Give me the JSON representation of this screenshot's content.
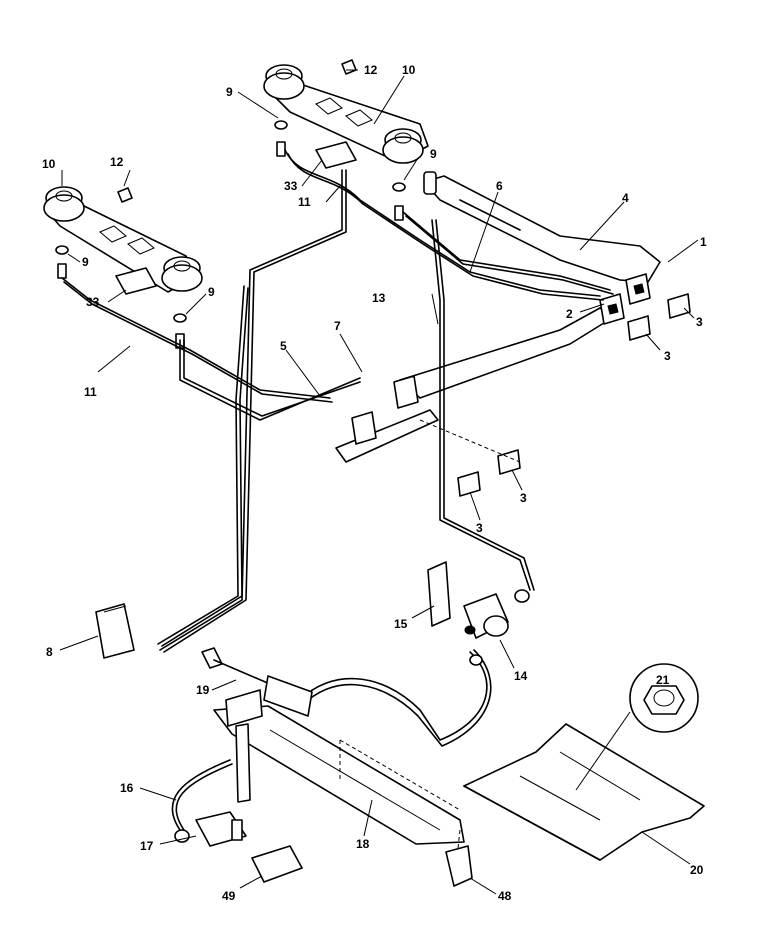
{
  "diagram": {
    "callouts": {
      "p1": "1",
      "p2": "2",
      "p3a": "3",
      "p3b": "3",
      "p3c": "3",
      "p3d": "3",
      "p4": "4",
      "p5": "5",
      "p6": "6",
      "p7": "7",
      "p8": "8",
      "p9a": "9",
      "p9b": "9",
      "p9c": "9",
      "p9d": "9",
      "p10a": "10",
      "p10b": "10",
      "p11a": "11",
      "p11b": "11",
      "p12a": "12",
      "p12b": "12",
      "p13": "13",
      "p14": "14",
      "p15": "15",
      "p16": "16",
      "p17": "17",
      "p18": "18",
      "p19": "19",
      "p20": "20",
      "p21": "21",
      "p33a": "33",
      "p33b": "33",
      "p48": "48",
      "p49": "49"
    }
  }
}
